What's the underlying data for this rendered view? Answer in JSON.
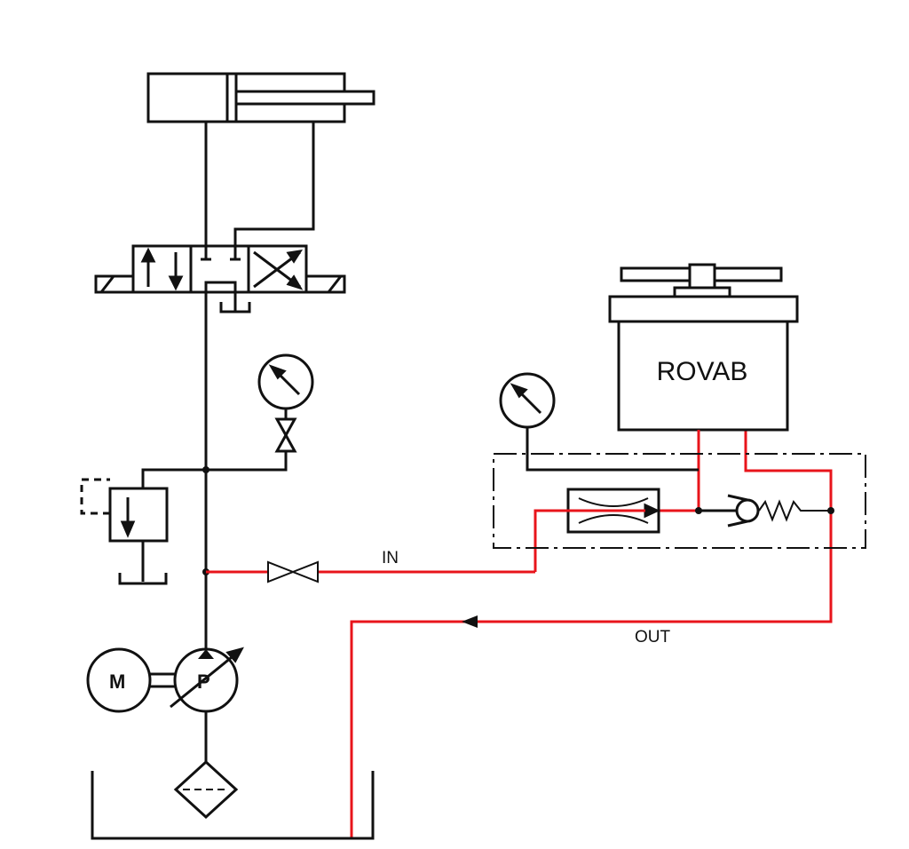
{
  "labels": {
    "device": "ROVAB",
    "in": "IN",
    "out": "OUT",
    "motor": "M",
    "pump": "P"
  },
  "colors": {
    "line": "#111111",
    "flow": "#e8141b",
    "background": "#ffffff"
  },
  "components": [
    "double-acting-cylinder",
    "directional-control-valve",
    "pressure-gauge",
    "needle-valve",
    "relief-valve",
    "shutoff-valve",
    "variable-displacement-pump",
    "electric-motor",
    "suction-filter",
    "reservoir-tank",
    "flow-meter",
    "spring-check-valve",
    "rovab-unit"
  ]
}
